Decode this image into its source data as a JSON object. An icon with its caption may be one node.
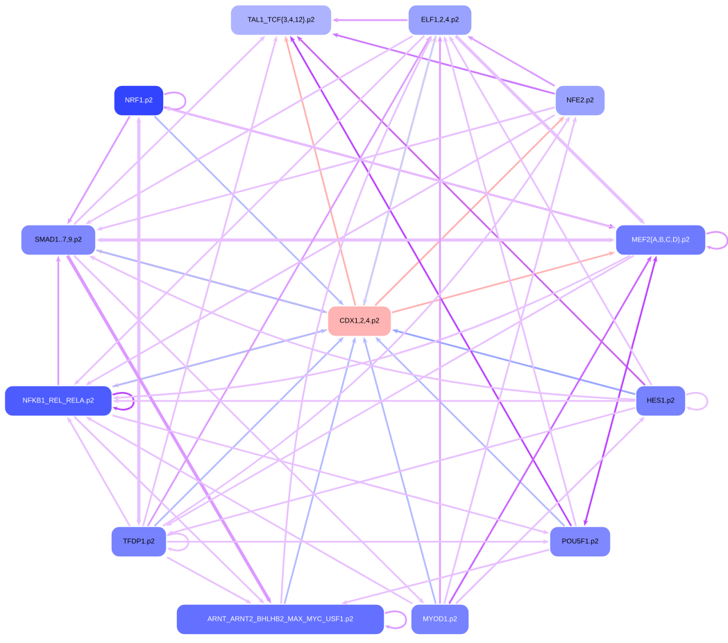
{
  "diagram": {
    "nodes": [
      {
        "text": [
          "TAL1_TCF{3,4,12}.p2"
        ]
      },
      {
        "text": [
          "ELF1,2,4.p2"
        ]
      },
      {
        "text": [
          "NRF1.p2"
        ]
      },
      {
        "text": [
          "NFE2.p2"
        ]
      },
      {
        "text": [
          "SMAD1..7,9.p2"
        ]
      },
      {
        "text": [
          "MEF2{A,B,C,D}.p2"
        ]
      },
      {
        "text": [
          "CDX1,2,4.p2"
        ]
      },
      {
        "text": [
          "NFKB1_REL_RELA.p2"
        ]
      },
      {
        "text": [
          "HES1.p2"
        ]
      },
      {
        "text": [
          "TFDP1.p2"
        ]
      },
      {
        "text": [
          "POU5F1.p2"
        ]
      },
      {
        "text": [
          "ARNT_ARNT2_BHLHB2_MAX_MYC_USF1.p2"
        ]
      },
      {
        "text": [
          "MYOD1.p2"
        ]
      }
    ],
    "edges": [
      {
        "from": 1,
        "to": 0,
        "arrow": "to",
        "color": "#dd99ff"
      },
      {
        "from": 3,
        "to": 0,
        "arrow": "to",
        "color": "#cc77ff"
      },
      {
        "from": 3,
        "to": 1,
        "arrow": "to",
        "color": "#dd99ff"
      },
      {
        "from": 2,
        "to": 2,
        "arrow": "to",
        "color": "#dd99ff"
      },
      {
        "from": 2,
        "to": 5,
        "arrow": "to",
        "color": "#bb33ff"
      },
      {
        "from": 2,
        "to": 4,
        "arrow": "to",
        "color": "#dd99ff"
      },
      {
        "from": 2,
        "to": 6,
        "arrow": "to",
        "color": "#b3bbff"
      },
      {
        "from": 6,
        "to": 0,
        "arrow": "to",
        "color": "#ffb3b3"
      },
      {
        "from": 6,
        "to": 1,
        "arrow": "to",
        "color": "#ffb3b3"
      },
      {
        "from": 6,
        "to": 3,
        "arrow": "to",
        "color": "#ffb3b3"
      },
      {
        "from": 6,
        "to": 5,
        "arrow": "to",
        "color": "#ffb3b3"
      },
      {
        "from": 6,
        "to": 4,
        "arrow": "to",
        "color": "#ffbbbb"
      },
      {
        "from": 6,
        "to": 7,
        "arrow": "to",
        "color": "#ffbbbb"
      },
      {
        "from": 1,
        "to": 6,
        "arrow": "to",
        "color": "#c8d0ff"
      },
      {
        "from": 4,
        "to": 6,
        "arrow": "to",
        "color": "#b3bbff"
      },
      {
        "from": 7,
        "to": 6,
        "arrow": "to",
        "color": "#b3bbff"
      },
      {
        "from": 8,
        "to": 6,
        "arrow": "to",
        "color": "#99a6ff"
      },
      {
        "from": 9,
        "to": 6,
        "arrow": "to",
        "color": "#b3bbff"
      },
      {
        "from": 11,
        "to": 6,
        "arrow": "to",
        "color": "#b3bbff"
      },
      {
        "from": 12,
        "to": 6,
        "arrow": "to",
        "color": "#b3bbff"
      },
      {
        "from": 10,
        "to": 6,
        "arrow": "to",
        "color": "#b3bbff"
      },
      {
        "from": 10,
        "to": 0,
        "arrow": "to",
        "color": "#bb44ff"
      },
      {
        "from": 8,
        "to": 0,
        "arrow": "to",
        "color": "#cc66ee"
      },
      {
        "from": 10,
        "to": 5,
        "arrow": "both",
        "color": "#bb44ff"
      },
      {
        "from": 12,
        "to": 5,
        "arrow": "to",
        "color": "#cc66ff"
      },
      {
        "from": 5,
        "to": 5,
        "arrow": "to",
        "color": "#dd99ff"
      },
      {
        "from": 8,
        "to": 8,
        "arrow": "to"
      },
      {
        "from": 9,
        "to": 9,
        "arrow": "to"
      },
      {
        "from": 11,
        "to": 11,
        "arrow": "to",
        "color": "#dd99ff"
      },
      {
        "from": 7,
        "to": 7,
        "arrow": "to",
        "color": "#bb44ff"
      },
      {
        "from": 4,
        "to": 5,
        "arrow": "both",
        "style": "thick"
      },
      {
        "from": 1,
        "to": 5,
        "arrow": "to",
        "style": "thick"
      },
      {
        "from": 9,
        "to": 2,
        "arrow": "both",
        "style": "thick"
      },
      {
        "from": 7,
        "to": 4,
        "arrow": "to",
        "color": "#dd99ff"
      },
      {
        "from": 8,
        "to": 7,
        "arrow": "to"
      },
      {
        "from": 9,
        "to": 7,
        "arrow": "to"
      },
      {
        "from": 8,
        "to": 1,
        "arrow": "to"
      },
      {
        "from": 12,
        "to": 1,
        "arrow": "to",
        "color": "#dd99ff"
      },
      {
        "from": 10,
        "to": 1,
        "arrow": "to"
      },
      {
        "from": 9,
        "to": 1,
        "arrow": "to",
        "color": "#dd99ff"
      },
      {
        "from": 11,
        "to": 1,
        "arrow": "to"
      },
      {
        "from": 9,
        "to": 0,
        "arrow": "to"
      },
      {
        "from": 4,
        "to": 11,
        "arrow": "to",
        "style": "thick",
        "color": "#dd99ff"
      },
      {
        "from": 4,
        "to": 12,
        "arrow": "to"
      },
      {
        "from": 7,
        "to": 11,
        "arrow": "to"
      },
      {
        "from": 9,
        "to": 11,
        "arrow": "to"
      },
      {
        "from": 10,
        "to": 11,
        "arrow": "to"
      },
      {
        "from": 9,
        "to": 10,
        "arrow": "to"
      },
      {
        "from": 7,
        "to": 10,
        "arrow": "to"
      },
      {
        "from": 12,
        "to": 8,
        "arrow": "to"
      },
      {
        "from": 12,
        "to": 3,
        "arrow": "to"
      },
      {
        "from": 8,
        "to": 9,
        "arrow": "to"
      },
      {
        "from": 3,
        "to": 4,
        "arrow": "to"
      },
      {
        "from": 3,
        "to": 7,
        "arrow": "to"
      },
      {
        "from": 1,
        "to": 4,
        "arrow": "to"
      },
      {
        "from": 1,
        "to": 7,
        "arrow": "to"
      },
      {
        "from": 5,
        "to": 7,
        "arrow": "to"
      },
      {
        "from": 5,
        "to": 9,
        "arrow": "to"
      },
      {
        "from": 9,
        "to": 3,
        "arrow": "to"
      },
      {
        "from": 5,
        "to": 2,
        "arrow": "to"
      },
      {
        "from": 8,
        "to": 4,
        "arrow": "to"
      },
      {
        "from": 12,
        "to": 7,
        "arrow": "to"
      },
      {
        "from": 4,
        "to": 0,
        "arrow": "to"
      }
    ]
  }
}
